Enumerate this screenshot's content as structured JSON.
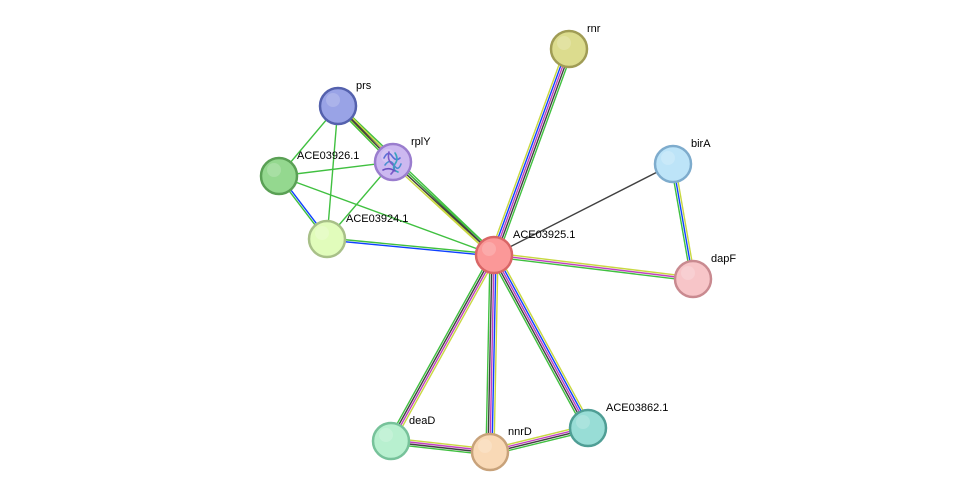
{
  "network": {
    "nodes": [
      {
        "id": "ACE03925.1",
        "label": "ACE03925.1",
        "fill": "#fb9898",
        "stroke": "#d96666"
      },
      {
        "id": "rnr",
        "label": "rnr",
        "fill": "#dcdc8e",
        "stroke": "#a09c55"
      },
      {
        "id": "prs",
        "label": "prs",
        "fill": "#99a3e6",
        "stroke": "#5461ad"
      },
      {
        "id": "rplY",
        "label": "rplY",
        "fill": "#ccb8f0",
        "stroke": "#9a7dce",
        "has_structure_image": true
      },
      {
        "id": "ACE03926.1",
        "label": "ACE03926.1",
        "fill": "#94d88f",
        "stroke": "#5aa055"
      },
      {
        "id": "ACE03924.1",
        "label": "ACE03924.1",
        "fill": "#e1fcbb",
        "stroke": "#a8c088"
      },
      {
        "id": "birA",
        "label": "birA",
        "fill": "#bde4f8",
        "stroke": "#7eaccd"
      },
      {
        "id": "dapF",
        "label": "dapF",
        "fill": "#f7c5c8",
        "stroke": "#c98a90"
      },
      {
        "id": "deaD",
        "label": "deaD",
        "fill": "#b8f0cf",
        "stroke": "#77c29a"
      },
      {
        "id": "nnrD",
        "label": "nnrD",
        "fill": "#f9d9b6",
        "stroke": "#c8a27a"
      },
      {
        "id": "ACE03862.1",
        "label": "ACE03862.1",
        "fill": "#98ddd6",
        "stroke": "#4f9e95"
      }
    ],
    "edges": [
      {
        "source": "ACE03925.1",
        "target": "rnr",
        "colors": [
          "#c8d840",
          "#0e40ff",
          "#c040c0",
          "#404040",
          "#40c040"
        ]
      },
      {
        "source": "ACE03925.1",
        "target": "birA",
        "colors": [
          "#404040"
        ]
      },
      {
        "source": "ACE03925.1",
        "target": "dapF",
        "colors": [
          "#c8d840",
          "#c040c0",
          "#40c040"
        ]
      },
      {
        "source": "ACE03925.1",
        "target": "prs",
        "colors": [
          "#c8d840",
          "#404040",
          "#40c040"
        ]
      },
      {
        "source": "ACE03925.1",
        "target": "rplY",
        "colors": [
          "#c8d840",
          "#404040",
          "#40c040"
        ]
      },
      {
        "source": "ACE03925.1",
        "target": "ACE03926.1",
        "colors": [
          "#40c040"
        ]
      },
      {
        "source": "ACE03925.1",
        "target": "ACE03924.1",
        "colors": [
          "#0e40ff",
          "#40c040"
        ]
      },
      {
        "source": "ACE03925.1",
        "target": "deaD",
        "colors": [
          "#c8d840",
          "#c040c0",
          "#404040",
          "#40c040"
        ]
      },
      {
        "source": "ACE03925.1",
        "target": "nnrD",
        "colors": [
          "#c8d840",
          "#0e40ff",
          "#c040c0",
          "#404040",
          "#40c040"
        ]
      },
      {
        "source": "ACE03925.1",
        "target": "ACE03862.1",
        "colors": [
          "#c8d840",
          "#0e40ff",
          "#c040c0",
          "#404040",
          "#40c040"
        ]
      },
      {
        "source": "prs",
        "target": "rplY",
        "colors": [
          "#c8d840",
          "#404040",
          "#40c040"
        ]
      },
      {
        "source": "prs",
        "target": "ACE03926.1",
        "colors": [
          "#40c040"
        ]
      },
      {
        "source": "prs",
        "target": "ACE03924.1",
        "colors": [
          "#40c040"
        ]
      },
      {
        "source": "rplY",
        "target": "ACE03926.1",
        "colors": [
          "#40c040"
        ]
      },
      {
        "source": "rplY",
        "target": "ACE03924.1",
        "colors": [
          "#40c040"
        ]
      },
      {
        "source": "ACE03926.1",
        "target": "ACE03924.1",
        "colors": [
          "#0e40ff",
          "#40c040"
        ]
      },
      {
        "source": "birA",
        "target": "dapF",
        "colors": [
          "#c8d840",
          "#0e40ff",
          "#40c040"
        ]
      },
      {
        "source": "deaD",
        "target": "nnrD",
        "colors": [
          "#c8d840",
          "#c040c0",
          "#404040",
          "#40c040"
        ]
      },
      {
        "source": "nnrD",
        "target": "ACE03862.1",
        "colors": [
          "#c8d840",
          "#c040c0",
          "#404040",
          "#40c040"
        ]
      }
    ]
  }
}
